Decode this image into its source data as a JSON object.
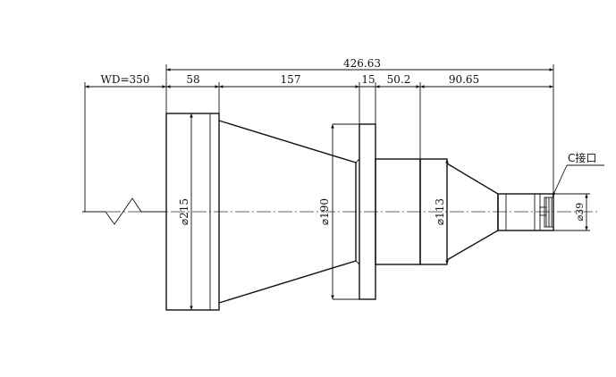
{
  "dimensions": {
    "overall_length": "426.63",
    "working_distance": "WD=350",
    "seg1": "58",
    "seg2": "157",
    "seg3": "15",
    "seg4": "50.2",
    "seg5": "90.65"
  },
  "diameters": {
    "d215": "⌀215",
    "d190": "⌀190",
    "d113": "⌀113",
    "d39": "⌀39"
  },
  "callouts": {
    "c_mount": "C接口"
  }
}
